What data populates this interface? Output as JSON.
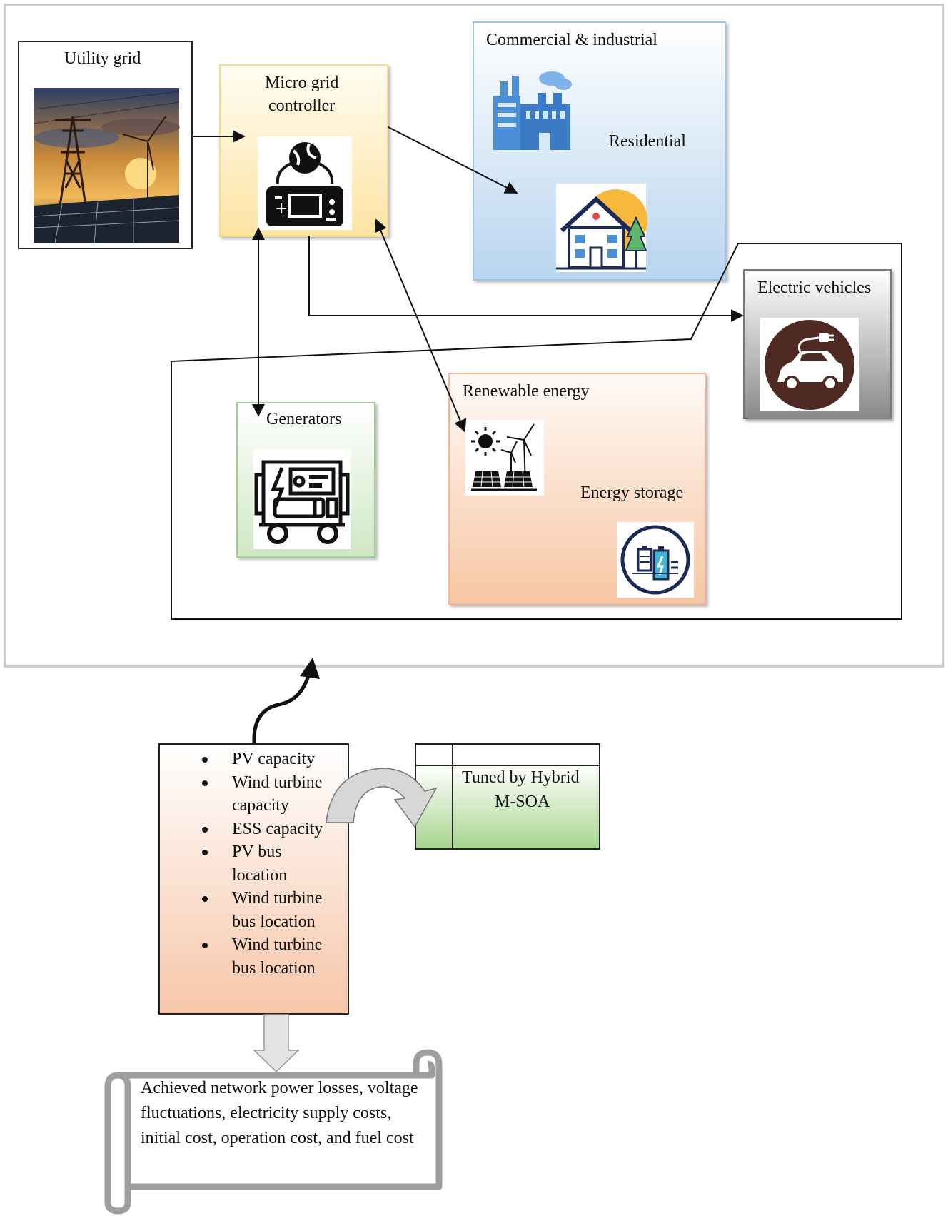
{
  "diagram": {
    "utility_grid": {
      "label": "Utility grid"
    },
    "controller": {
      "label_line1": "Micro grid",
      "label_line2": "controller"
    },
    "commercial": {
      "label": "Commercial & industrial"
    },
    "residential": {
      "label": "Residential"
    },
    "ev": {
      "label": "Electric vehicles"
    },
    "generators": {
      "label": "Generators"
    },
    "renewable": {
      "label": "Renewable energy"
    },
    "storage": {
      "label": "Energy storage"
    },
    "parameters": {
      "items": [
        {
          "l1": "PV capacity",
          "l2": ""
        },
        {
          "l1": "Wind turbine",
          "l2": "capacity"
        },
        {
          "l1": "ESS capacity",
          "l2": ""
        },
        {
          "l1": "PV bus",
          "l2": "location"
        },
        {
          "l1": "Wind turbine",
          "l2": "bus location"
        },
        {
          "l1": "Wind turbine",
          "l2": "bus location"
        }
      ]
    },
    "tuned": {
      "line1": "Tuned by Hybrid",
      "line2": "M-SOA"
    },
    "result": {
      "line1": "Achieved network power losses, voltage",
      "line2": "fluctuations, electricity supply costs,",
      "line3": "initial cost, operation cost, and fuel cost"
    }
  },
  "colors": {
    "controller": "#fde3a3",
    "commercial": "#b9d5ef",
    "generators": "#cfe8c4",
    "renewable": "#f7c6a4",
    "tuned": "#a6d58e",
    "ev_circle": "#4e2a22",
    "icon_blue": "#4a8fd8",
    "icon_navy": "#1b2a56"
  }
}
